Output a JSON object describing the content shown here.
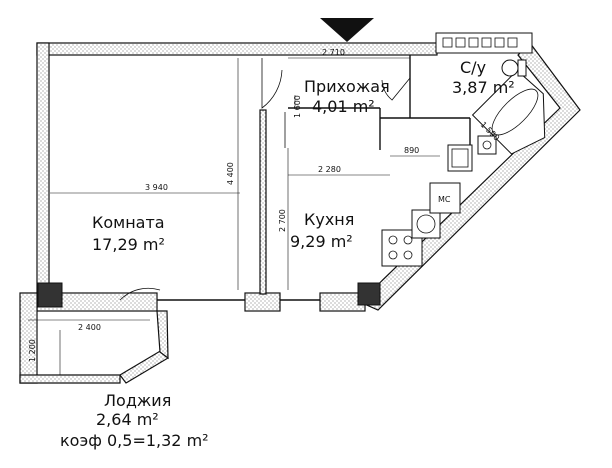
{
  "rooms": {
    "hallway": {
      "name": "Прихожая",
      "area": "4,01 m²"
    },
    "bathroom": {
      "name": "С/у",
      "area": "3,87 m²"
    },
    "living": {
      "name": "Комната",
      "area": "17,29 m²"
    },
    "kitchen": {
      "name": "Кухня",
      "area": "9,29 m²"
    },
    "loggia": {
      "name": "Лоджия",
      "area": "2,64 m²",
      "coef": "коэф 0,5=1,32 m²"
    }
  },
  "dimensions": {
    "d2710": "2 710",
    "d1600": "1 600",
    "d4400": "4 400",
    "d3940": "3 940",
    "d2280": "2 280",
    "d2700": "2 700",
    "d890": "890",
    "d1590": "1 590",
    "d2400": "2 400",
    "d1200": "1 200"
  },
  "fixtures": {
    "stove_label": "МС"
  },
  "colors": {
    "line": "#111111",
    "background": "#ffffff"
  }
}
